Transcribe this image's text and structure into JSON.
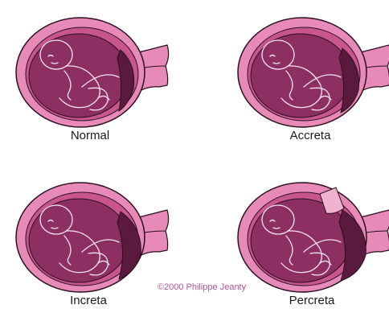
{
  "panels": [
    {
      "id": "normal",
      "label": "Normal"
    },
    {
      "id": "accreta",
      "label": "Accreta"
    },
    {
      "id": "increta",
      "label": "Increta"
    },
    {
      "id": "percreta",
      "label": "Percreta"
    }
  ],
  "copyright": "©2000 Philippe Jeanty",
  "colors": {
    "uterus_wall": "#e88ab8",
    "uterus_dark": "#c9558f",
    "amniotic": "#8e2f63",
    "placenta": "#5a1a3d",
    "outline": "#2a1020",
    "fetus_line": "#f4e4ee",
    "percreta_extension": "#f0b3cf",
    "copyright_text": "#b0559a"
  }
}
